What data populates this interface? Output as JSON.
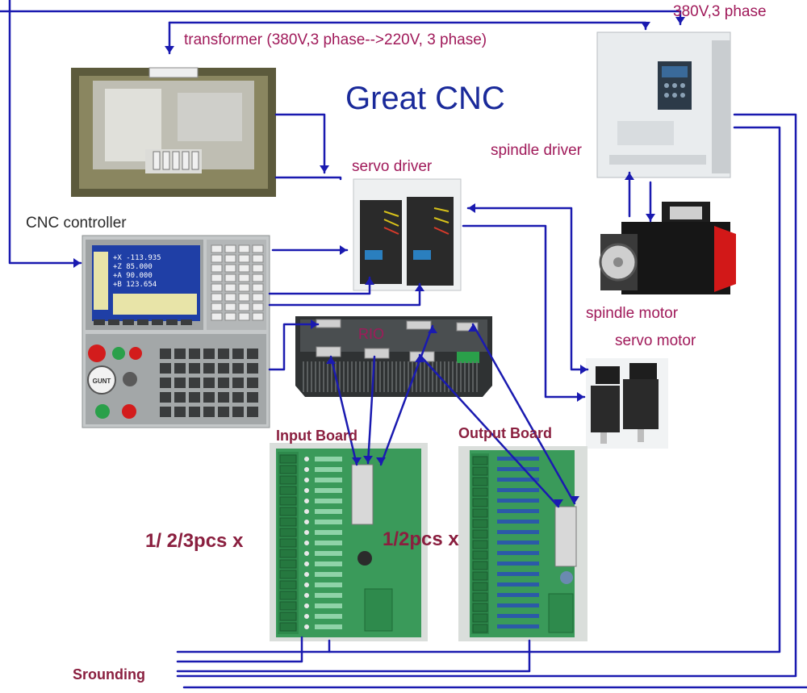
{
  "diagram": {
    "title": "Great CNC",
    "labels": {
      "power_top": "380V,3 phase",
      "transformer": "transformer (380V,3 phase-->220V, 3 phase)",
      "cnc_controller": "CNC controller",
      "servo_driver": "servo driver",
      "spindle_driver": "spindle driver",
      "spindle_motor": "spindle motor",
      "servo_motor": "servo motor",
      "rio": "RIO",
      "input_board": "Input Board",
      "output_board": "Output Board",
      "input_qty": "1/ 2/3pcs x",
      "output_qty": "1/2pcs x",
      "grounding": "Srounding"
    },
    "screen_readout": [
      "+X  -113.935",
      "+Z   85.000",
      "+A   90.000",
      "+B  123.654"
    ],
    "panel_brand": "GUNT",
    "colors": {
      "wire": "#1a1ab0",
      "label": "#a01a5a",
      "title": "#1a2a9a",
      "board": "#2e9e55",
      "lcd": "#1f3fa6"
    }
  }
}
